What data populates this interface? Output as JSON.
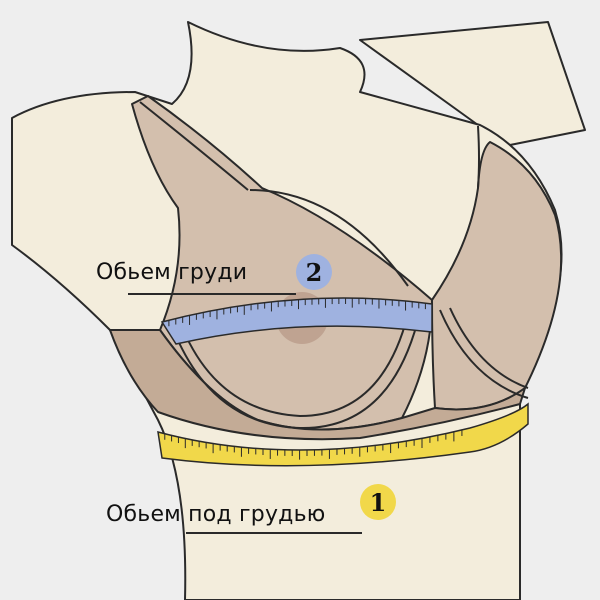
{
  "measurements": [
    {
      "number": "1",
      "label": "Обьем под грудью",
      "color": "#f1d84a"
    },
    {
      "number": "2",
      "label": "Обьем груди",
      "color": "#9fb2e0"
    }
  ],
  "colors": {
    "background": "#eeeeee",
    "skin": "#f3eddc",
    "outline": "#2a2a2a",
    "bra": "#d3bfad",
    "bra_dark": "#c3ab96",
    "nipple": "#b89a88",
    "tape_bust": "#9fb2e0",
    "tape_underbust": "#f1d84a"
  }
}
